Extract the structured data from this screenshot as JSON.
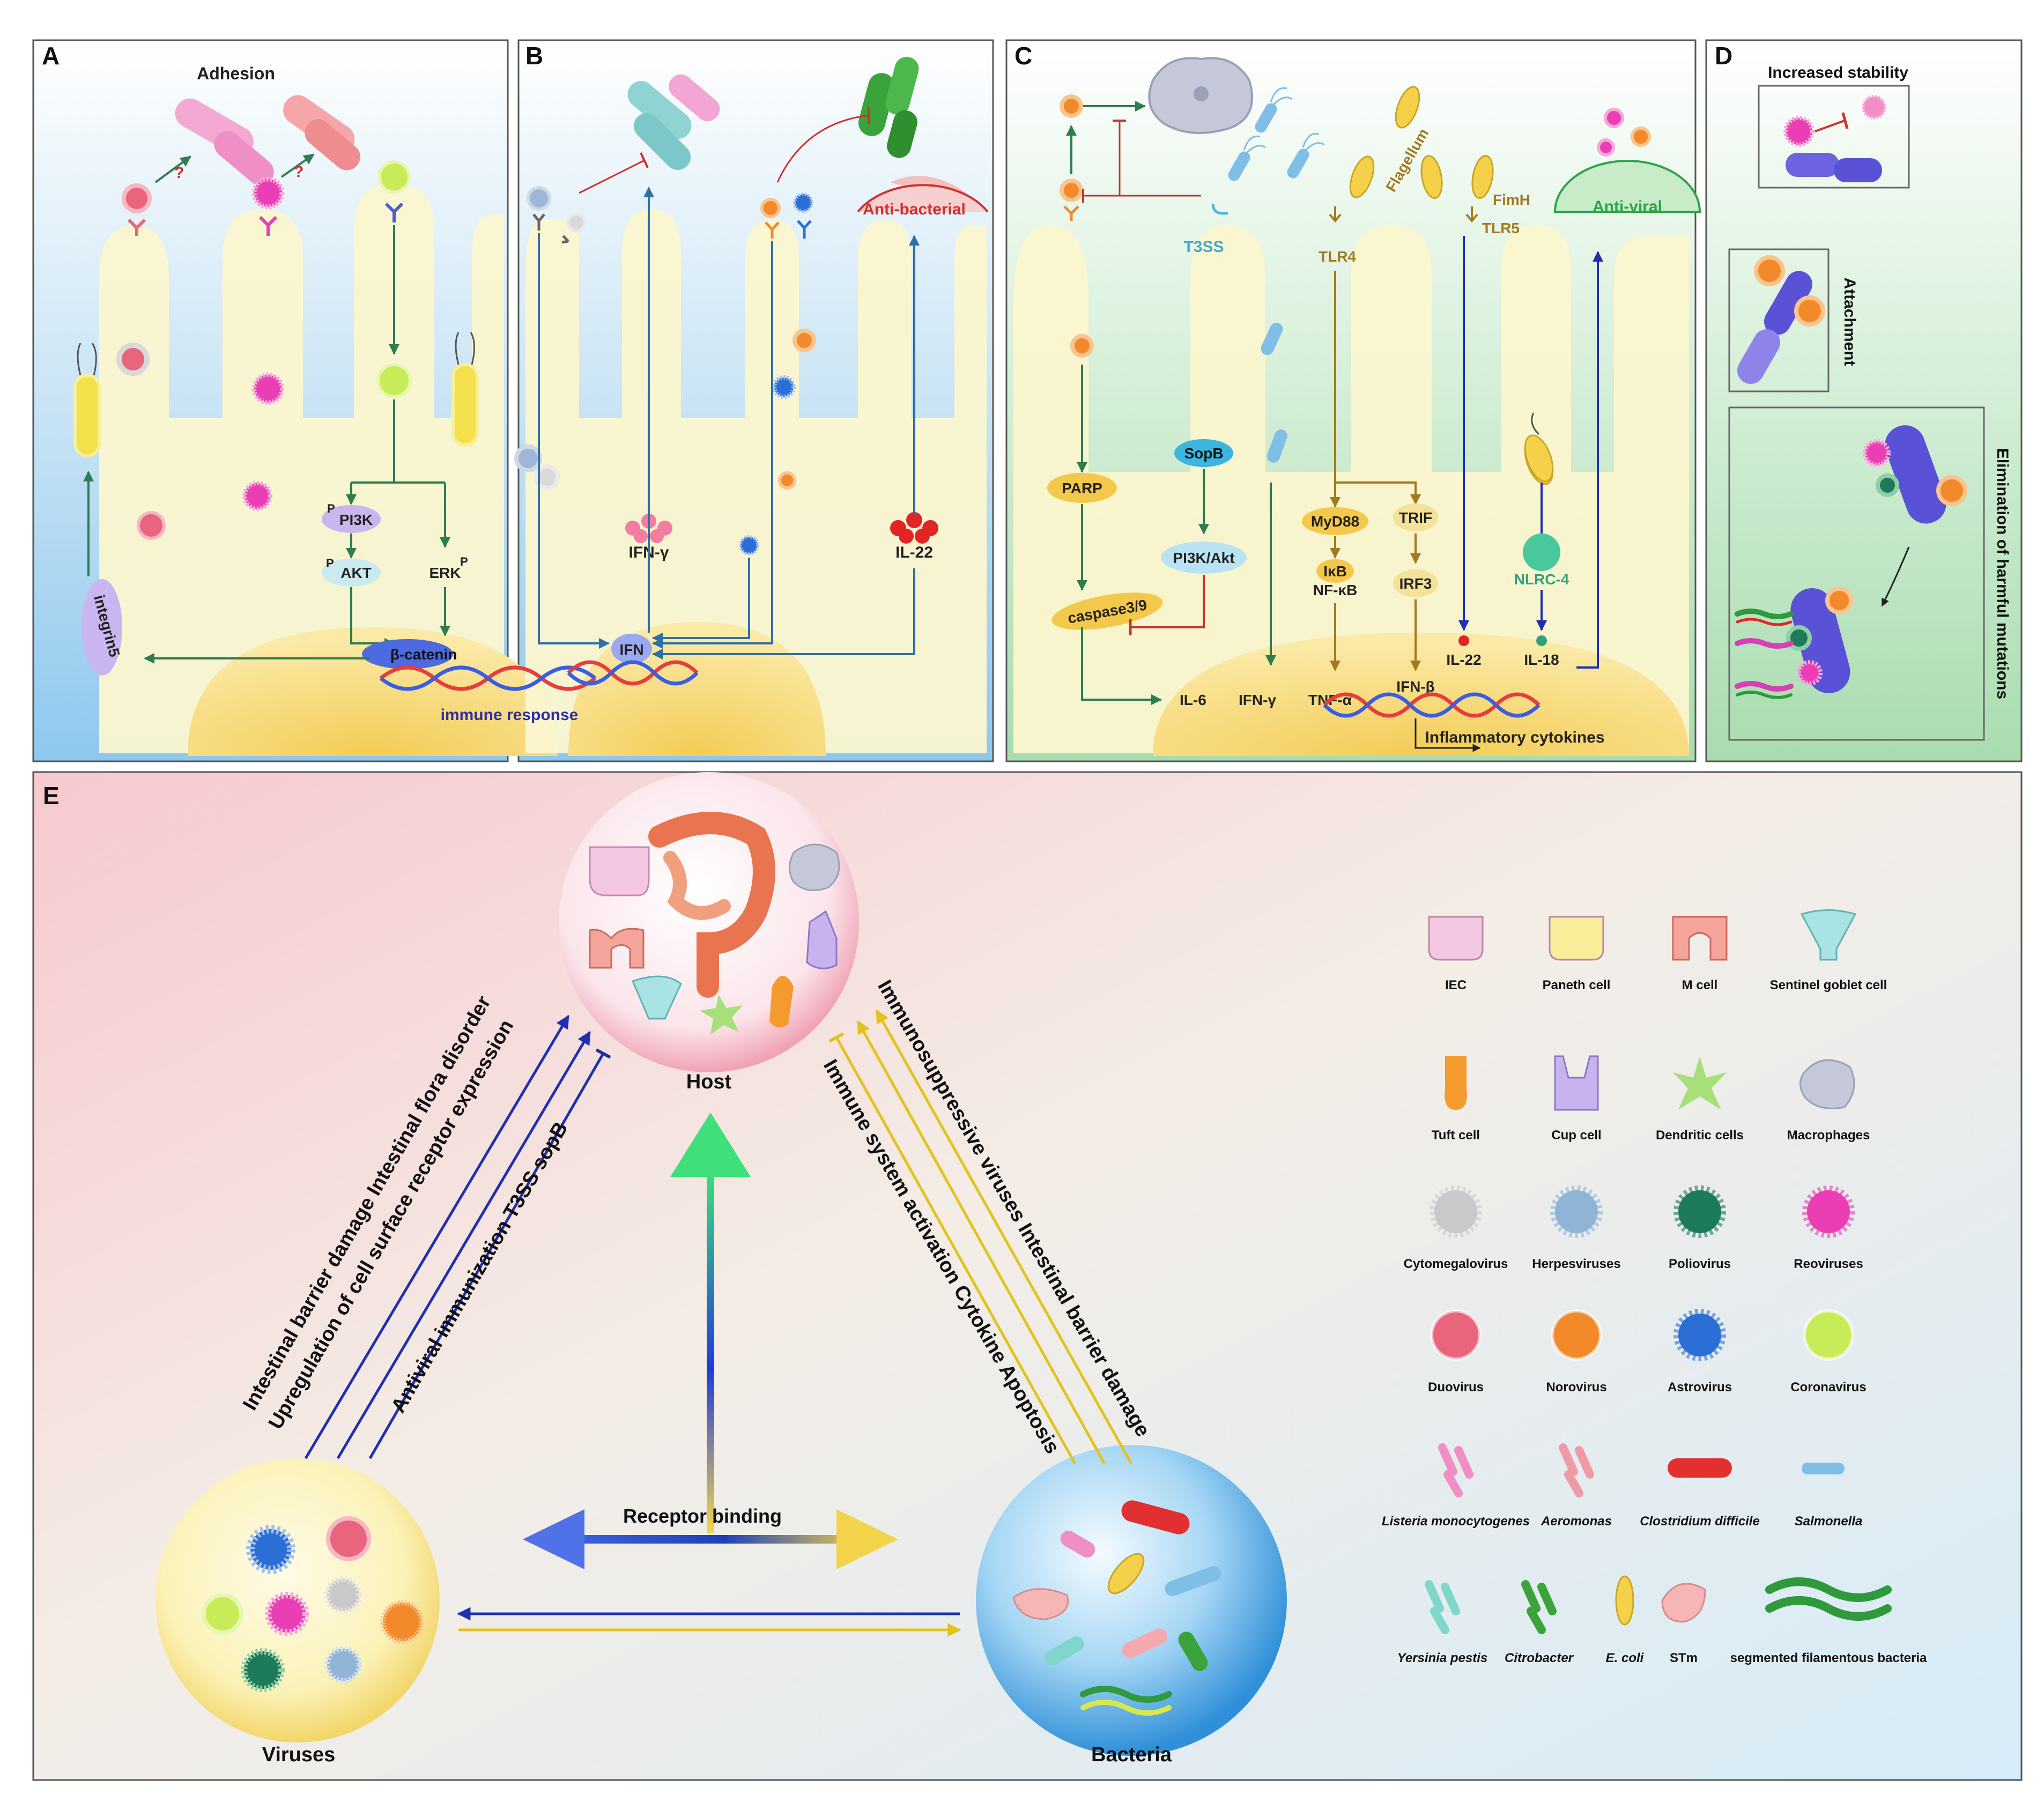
{
  "panels": {
    "A": {
      "letter": "A",
      "title": "Adhesion",
      "q1": "?",
      "q2": "?",
      "pi3k": "PI3K",
      "akt": "AKT",
      "erk": "ERK",
      "p": "P",
      "beta_catenin": "β-catenin",
      "integrin": "integrin5",
      "immune_response": "immune response"
    },
    "B": {
      "letter": "B",
      "ifn_gamma": "IFN-γ",
      "il22": "IL-22",
      "ifn": "IFN",
      "anti_bacterial": "Anti-bacterial"
    },
    "C": {
      "letter": "C",
      "t3ss": "T3SS",
      "tlr4": "TLR4",
      "flagellum": "Flagellum",
      "fimh": "FimH",
      "tlr5": "TLR5",
      "anti_viral": "Anti-viral",
      "parp": "PARP",
      "sopb": "SopB",
      "pi3k_akt": "PI3K/Akt",
      "caspase": "caspase3/9",
      "myd88": "MyD88",
      "trif": "TRIF",
      "ikb": "IκB",
      "nfkb": "NF-κB",
      "irf3": "IRF3",
      "nlrc4": "NLRC-4",
      "il22": "IL-22",
      "il18": "IL-18",
      "ifnb": "IFN-β",
      "il6": "IL-6",
      "ifng": "IFN-γ",
      "tnfa": "TNF-α",
      "inflammatory": "Inflammatory cytokines"
    },
    "D": {
      "letter": "D",
      "increased_stability": "Increased stability",
      "attachment": "Attachment",
      "elimination": "Elimination of harmful mutations"
    },
    "E": {
      "letter": "E",
      "host": "Host",
      "viruses": "Viruses",
      "bacteria": "Bacteria",
      "receptor_binding": "Receptor binding",
      "left_outer": "Intestinal barrier damage   Intestinal flora disorder",
      "left_mid": "Upregulation of cell surface receptor expression",
      "left_inner": "Antiviral immunization  T3SS sopB",
      "right_outer": "Immunosuppressive viruses   Intestinal barrier damage",
      "right_mid": "Immune system activation    Cytokine    Apoptosis"
    }
  },
  "legend": [
    {
      "label": "IEC",
      "italic": false,
      "color": "#f3c6e2",
      "shape": "cell"
    },
    {
      "label": "Paneth cell",
      "italic": false,
      "color": "#f8ee9a",
      "shape": "cell"
    },
    {
      "label": "M cell",
      "italic": false,
      "color": "#f4a49a",
      "shape": "mcell"
    },
    {
      "label": "Sentinel goblet cell",
      "italic": false,
      "color": "#a9e3e3",
      "shape": "goblet"
    },
    {
      "label": "Tuft cell",
      "italic": false,
      "color": "#f59a2d",
      "shape": "tuft"
    },
    {
      "label": "Cup cell",
      "italic": false,
      "color": "#c8b3ee",
      "shape": "cup"
    },
    {
      "label": "Dendritic cells",
      "italic": false,
      "color": "#a7e07a",
      "shape": "star"
    },
    {
      "label": "Macrophages",
      "italic": false,
      "color": "#c5c8d8",
      "shape": "blob"
    },
    {
      "label": "Cytomegalovirus",
      "italic": false,
      "color": "#c9c9c9",
      "shape": "spiky"
    },
    {
      "label": "Herpesviruses",
      "italic": false,
      "color": "#8fb4d6",
      "shape": "spiky"
    },
    {
      "label": "Poliovirus",
      "italic": false,
      "color": "#1d7a5a",
      "shape": "spiky"
    },
    {
      "label": "Reoviruses",
      "italic": false,
      "color": "#ea3fb4",
      "shape": "spiky"
    },
    {
      "label": "Duovirus",
      "italic": false,
      "color": "#e9657d",
      "shape": "ring"
    },
    {
      "label": "Norovirus",
      "italic": false,
      "color": "#f2892a",
      "shape": "ring"
    },
    {
      "label": "Astrovirus",
      "italic": false,
      "color": "#2b6fd6",
      "shape": "spiky"
    },
    {
      "label": "Coronavirus",
      "italic": false,
      "color": "#c7ec58",
      "shape": "ring"
    },
    {
      "label": "Listeria monocytogenes",
      "italic": true,
      "color": "#f08fc6",
      "shape": "rods"
    },
    {
      "label": "Aeromonas",
      "italic": true,
      "color": "#f09aa6",
      "shape": "rods"
    },
    {
      "label": "Clostridium difficile",
      "italic": true,
      "color": "#e23030",
      "shape": "bigrod"
    },
    {
      "label": "Salmonella",
      "italic": true,
      "color": "#7fbfe6",
      "shape": "flag"
    },
    {
      "label": "Yersinia pestis",
      "italic": true,
      "color": "#7fd6cd",
      "shape": "rods"
    },
    {
      "label": "Citrobacter",
      "italic": true,
      "color": "#3aa33a",
      "shape": "rods"
    },
    {
      "label": "E. coli",
      "italic": true,
      "color": "#f5d14a",
      "shape": "ecoli"
    },
    {
      "label": "STm",
      "italic": false,
      "color": "#f6b6b6",
      "shape": "stm"
    },
    {
      "label": "segmented filamentous bacteria",
      "italic": false,
      "color": "#2f9a3c",
      "shape": "sfb"
    }
  ]
}
